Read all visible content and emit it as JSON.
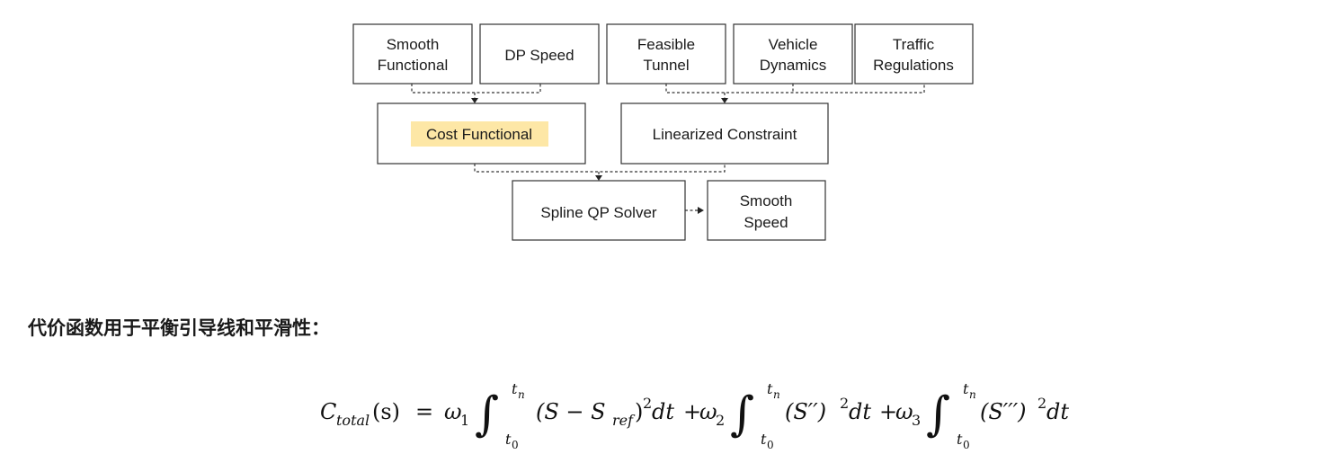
{
  "diagram": {
    "boxes": {
      "smooth_functional": [
        "Smooth",
        "Functional"
      ],
      "dp_speed": [
        "DP Speed"
      ],
      "feasible_tunnel": [
        "Feasible",
        "Tunnel"
      ],
      "vehicle_dynamics": [
        "Vehicle",
        "Dynamics"
      ],
      "traffic_regulations": [
        "Traffic",
        "Regulations"
      ],
      "cost_functional": [
        "Cost Functional"
      ],
      "linearized_constraint": [
        "Linearized Constraint"
      ],
      "spline_qp_solver": [
        "Spline QP Solver"
      ],
      "smooth_speed": [
        "Smooth",
        "Speed"
      ]
    },
    "highlight_color": "#fde7a6"
  },
  "caption": "代价函数用于平衡引导线和平滑性：",
  "formula": {
    "lhs": "C",
    "lhs_sub": "total",
    "lhs_arg": "(s)",
    "equals": "=",
    "terms": [
      {
        "weight": "ω",
        "weight_sub": "1",
        "lower": "t",
        "lower_sub": "0",
        "upper": "t",
        "upper_sub": "n",
        "body": "(S − S",
        "body_sub": "ref",
        "body_end": ")",
        "power": "2",
        "diff": "dt"
      },
      {
        "plus": "+",
        "weight": "ω",
        "weight_sub": "2",
        "lower": "t",
        "lower_sub": "0",
        "upper": "t",
        "upper_sub": "n",
        "body": "(S′′)",
        "power": "2",
        "diff": "dt"
      },
      {
        "plus": "+",
        "weight": "ω",
        "weight_sub": "3",
        "lower": "t",
        "lower_sub": "0",
        "upper": "t",
        "upper_sub": "n",
        "body": "(S′′′)",
        "power": "2",
        "diff": "dt"
      }
    ]
  }
}
